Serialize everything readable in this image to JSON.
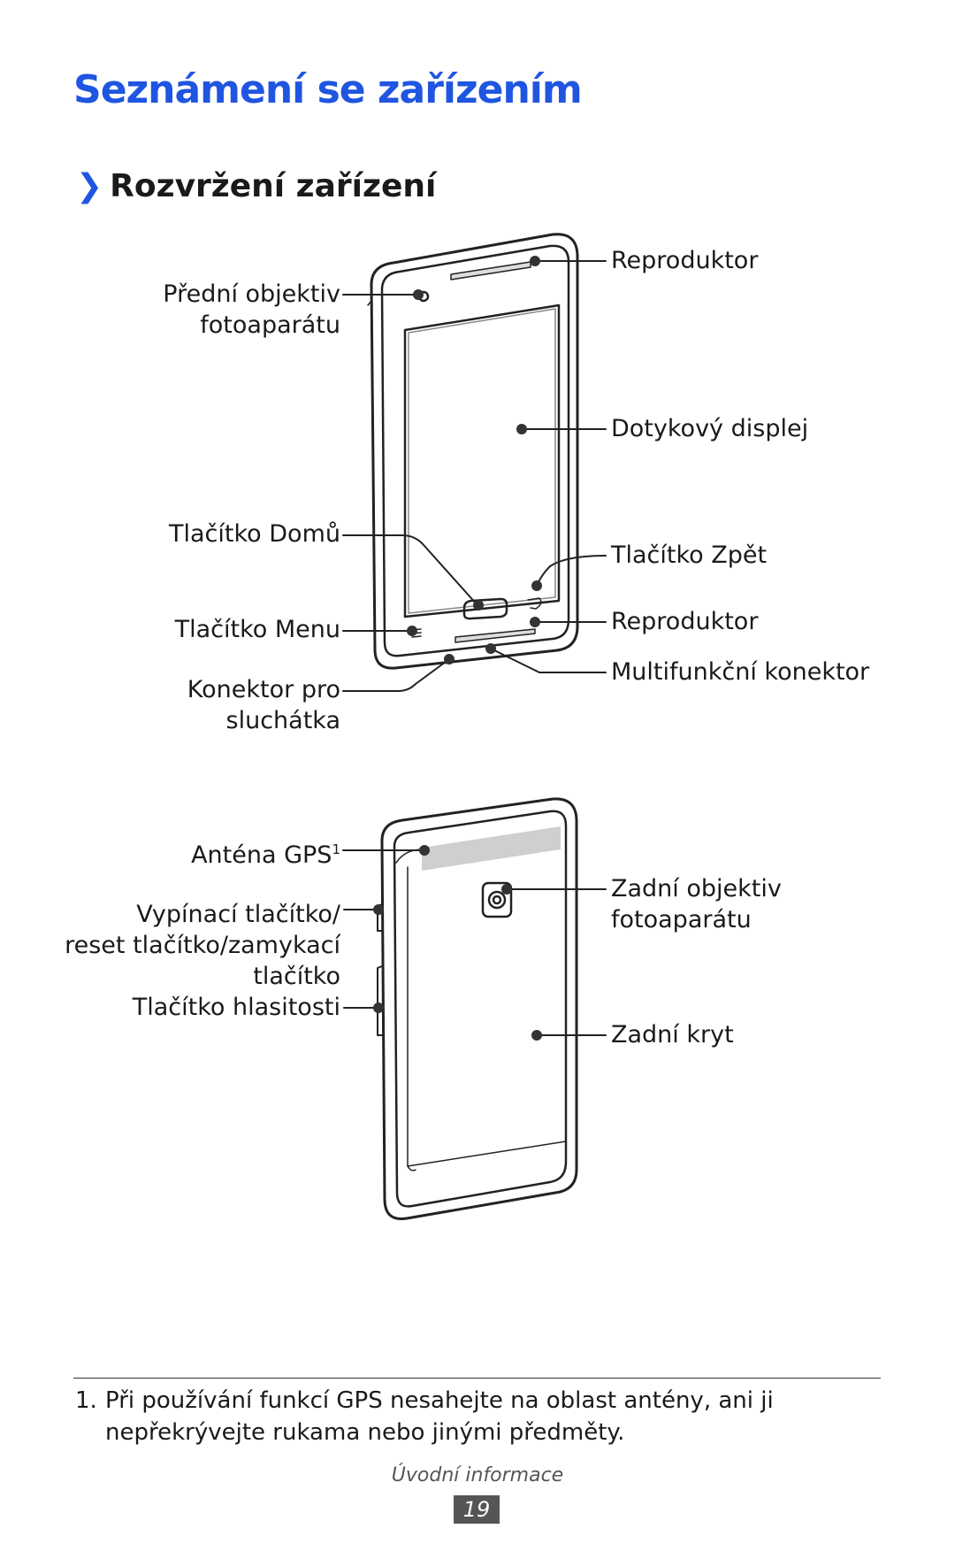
{
  "title": "Seznámení se zařízením",
  "section": {
    "chevron": "❯",
    "heading": "Rozvržení zařízení"
  },
  "front_labels": {
    "front_camera_1": "Přední objektiv",
    "front_camera_2": "fotoaparátu",
    "speaker_top": "Reproduktor",
    "touchscreen": "Dotykový displej",
    "home_button": "Tlačítko Domů",
    "back_button": "Tlačítko Zpět",
    "menu_button": "Tlačítko Menu",
    "speaker_bottom": "Reproduktor",
    "headset_1": "Konektor pro",
    "headset_2": "sluchátka",
    "multifunction": "Multifunkční konektor"
  },
  "back_labels": {
    "gps_antenna": "Anténa GPS",
    "gps_sup": "1",
    "power_1": "Vypínací tlačítko/",
    "power_2": "reset tlačítko/zamykací",
    "power_3": "tlačítko",
    "volume": "Tlačítko hlasitosti",
    "rear_camera_1": "Zadní objektiv",
    "rear_camera_2": "fotoaparátu",
    "back_cover": "Zadní kryt"
  },
  "footnote": {
    "number": "1.",
    "line1": "Při používání funkcí GPS nesahejte na oblast antény, ani ji",
    "line2": "nepřekrývejte rukama nebo jinými předměty."
  },
  "footer": {
    "section_name": "Úvodní informace",
    "page_number": "19"
  }
}
